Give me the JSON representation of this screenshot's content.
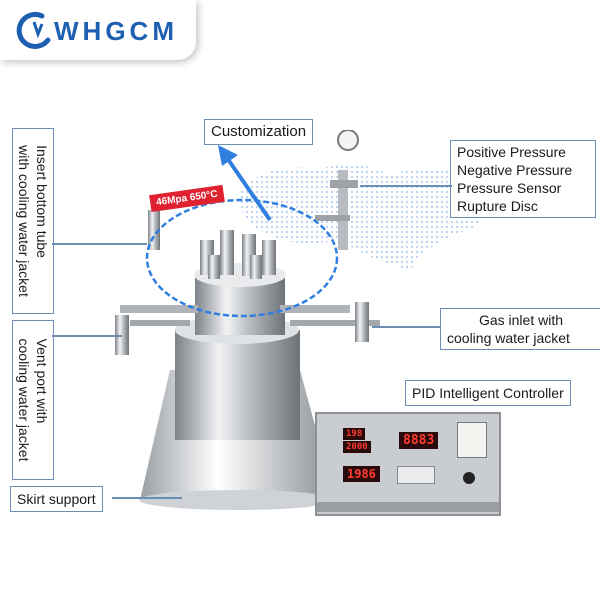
{
  "logo": {
    "text": "WHGCM"
  },
  "labels": {
    "customization": "Customization",
    "pressure_lines": [
      "Positive Pressure",
      "Negative Pressure",
      "Pressure Sensor",
      "Rupture Disc"
    ],
    "gas_inlet_lines": [
      "Gas inlet with",
      "cooling water jacket"
    ],
    "pid": "PID Intelligent Controller",
    "skirt": "Skirt support",
    "insert_tube_lines": [
      "Insert bottom tube",
      "with cooling water jacket"
    ],
    "vent_port_lines": [
      "Vent port with",
      "cooling water jacket"
    ]
  },
  "badge": {
    "text": "46Mpa 650°C"
  },
  "controller": {
    "display_top_left_1": "198",
    "display_top_left_2": "2000",
    "display_top_right": "8883",
    "display_bottom_left": "1986"
  },
  "colors": {
    "brand": "#1d5fb0",
    "accent_red": "#e02230",
    "frame": "#6b8fb3",
    "highlight": "#2f7fe0"
  }
}
